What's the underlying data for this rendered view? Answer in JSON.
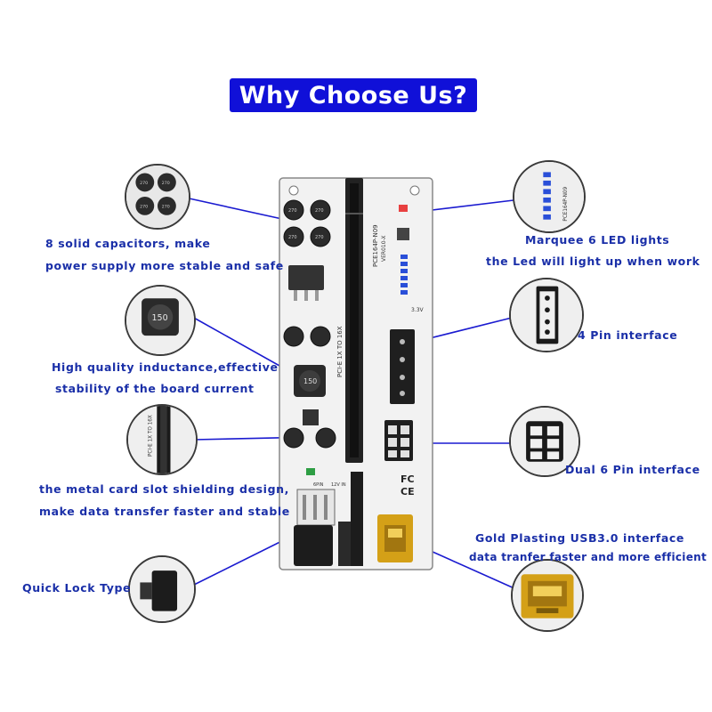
{
  "title": "Why Choose Us?",
  "colors": {
    "accent": "#1010d8",
    "label": "#1a2fa8",
    "leader": "#1a1ad0",
    "board": "#f2f2f2",
    "led": "#2a4fd8",
    "gold": "#d4a017"
  },
  "features": {
    "capacitors": {
      "line1": "8 solid capacitors, make",
      "line2": "power supply more  stable and safe"
    },
    "inductance": {
      "line1": "High quality inductance,effective",
      "line2": "stability of the board current"
    },
    "slot": {
      "line1": "the metal card slot shielding design,",
      "line2": "make data transfer faster and stable"
    },
    "quicklock": {
      "line1": "Quick Lock Type"
    },
    "led": {
      "line1": "Marquee 6 LED lights",
      "line2": "the Led will light up when work"
    },
    "fourpin": {
      "line1": "4 Pin interface"
    },
    "sixpin": {
      "line1": "Dual 6 Pin interface"
    },
    "usb": {
      "line1": "Gold Plasting USB3.0 interface",
      "line2": "data tranfer faster and more efficient"
    }
  },
  "board_markings": {
    "inductor": "150",
    "model": "PCE164P-N09",
    "version": "VER010-X",
    "silk": "PCI-E 1X TO 16X",
    "voltage": "3.3V",
    "pin_label": "6PIN",
    "volt12": "12V IN",
    "cap_text": "270",
    "fc": "FC",
    "ce": "CE"
  }
}
